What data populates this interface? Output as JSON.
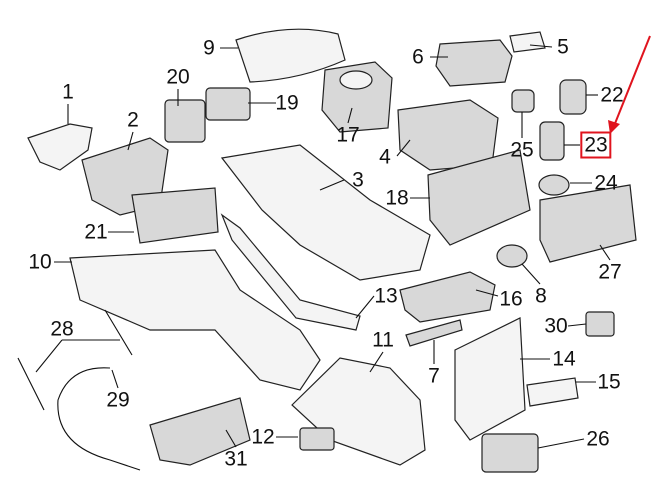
{
  "callouts": [
    "1",
    "2",
    "3",
    "4",
    "5",
    "6",
    "7",
    "8",
    "9",
    "10",
    "11",
    "12",
    "13",
    "14",
    "15",
    "16",
    "17",
    "18",
    "19",
    "20",
    "21",
    "22",
    "23",
    "24",
    "25",
    "26",
    "27",
    "28",
    "29",
    "30",
    "31"
  ],
  "highlighted_callout": "23",
  "highlight_color": "#e0141e"
}
